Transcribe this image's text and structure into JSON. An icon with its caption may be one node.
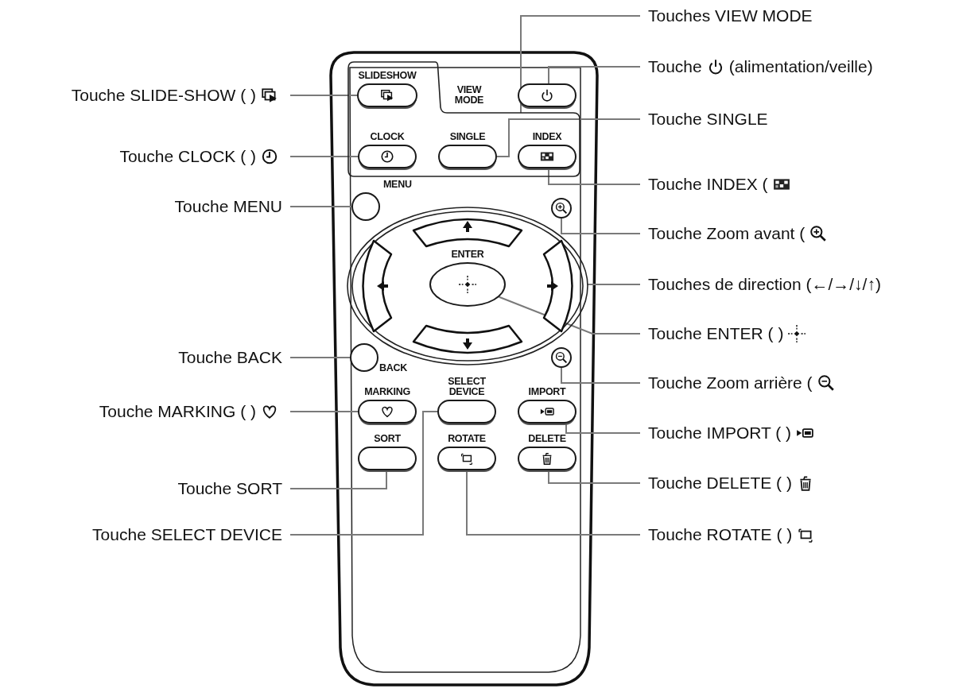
{
  "diagram": {
    "nodes": [
      {
        "text": [
          "Touches VIEW MODE"
        ]
      },
      {
        "text": [
          "Touche SLIDE-SHOW ( )"
        ]
      },
      {
        "text": [
          "Touche",
          "(alimentation/veille)"
        ]
      },
      {
        "text": [
          "Touche SINGLE"
        ]
      },
      {
        "text": [
          "Touche CLOCK ( )"
        ]
      },
      {
        "text": [
          "Touche INDEX ("
        ]
      },
      {
        "text": [
          "Touche MENU"
        ]
      },
      {
        "text": [
          "Touche Zoom avant ("
        ]
      },
      {
        "text": [
          "Touches de direction (←/→/↓/↑)"
        ]
      },
      {
        "text": [
          "Touche ENTER ( )"
        ]
      },
      {
        "text": [
          "Touche BACK"
        ]
      },
      {
        "text": [
          "Touche Zoom arrière ("
        ]
      },
      {
        "text": [
          "Touche MARKING ( )"
        ]
      },
      {
        "text": [
          "Touche IMPORT ( )"
        ]
      },
      {
        "text": [
          "Touche DELETE ( )"
        ]
      },
      {
        "text": [
          "Touche SORT"
        ]
      },
      {
        "text": [
          "Touche SELECT DEVICE"
        ]
      },
      {
        "text": [
          "Touche ROTATE ( )"
        ]
      },
      {
        "text": [
          "VIEW MODE"
        ]
      },
      {
        "text": [
          "SLIDESHOW"
        ],
        "in": 18
      },
      {
        "text": [],
        "shape": "box"
      },
      {
        "text": [
          "CLOCK"
        ],
        "in": 18
      },
      {
        "text": [
          "SINGLE"
        ],
        "in": 18
      },
      {
        "text": [
          "INDEX"
        ],
        "in": 18
      },
      {
        "text": [
          "MENU"
        ]
      },
      {
        "text": [],
        "shape": "circle"
      },
      {
        "text": [],
        "shape": "circle"
      },
      {
        "text": [
          "ENTER"
        ],
        "in": 26
      },
      {
        "text": [
          "BACK"
        ]
      },
      {
        "text": [],
        "shape": "circle"
      },
      {
        "text": [
          "MARKING"
        ]
      },
      {
        "text": [
          "SELECT DEVICE"
        ]
      },
      {
        "text": [
          "IMPORT"
        ]
      },
      {
        "text": [
          "SORT"
        ]
      },
      {
        "text": [
          "ROTATE"
        ]
      },
      {
        "text": [
          "DELETE"
        ]
      }
    ],
    "edges": [
      {
        "from": 0,
        "to": 18,
        "arrow": "none"
      },
      {
        "from": 1,
        "to": 19,
        "arrow": "none"
      },
      {
        "from": 2,
        "to": 20,
        "arrow": "none"
      },
      {
        "from": 3,
        "to": 22,
        "arrow": "none"
      },
      {
        "from": 4,
        "to": 21,
        "arrow": "none"
      },
      {
        "from": 5,
        "to": 23,
        "arrow": "none"
      },
      {
        "from": 6,
        "to": 24,
        "arrow": "none"
      },
      {
        "from": 7,
        "to": 25,
        "arrow": "none"
      },
      {
        "from": 8,
        "to": 26,
        "arrow": "none"
      },
      {
        "from": 9,
        "to": 27,
        "arrow": "none"
      },
      {
        "from": 10,
        "to": 28,
        "arrow": "none"
      },
      {
        "from": 11,
        "to": 29,
        "arrow": "none"
      },
      {
        "from": 12,
        "to": 30,
        "arrow": "none"
      },
      {
        "from": 13,
        "to": 32,
        "arrow": "none"
      },
      {
        "from": 14,
        "to": 35,
        "arrow": "none"
      },
      {
        "from": 15,
        "to": 33,
        "arrow": "none"
      },
      {
        "from": 16,
        "to": 31,
        "arrow": "none"
      },
      {
        "from": 17,
        "to": 34,
        "arrow": "none"
      }
    ]
  }
}
